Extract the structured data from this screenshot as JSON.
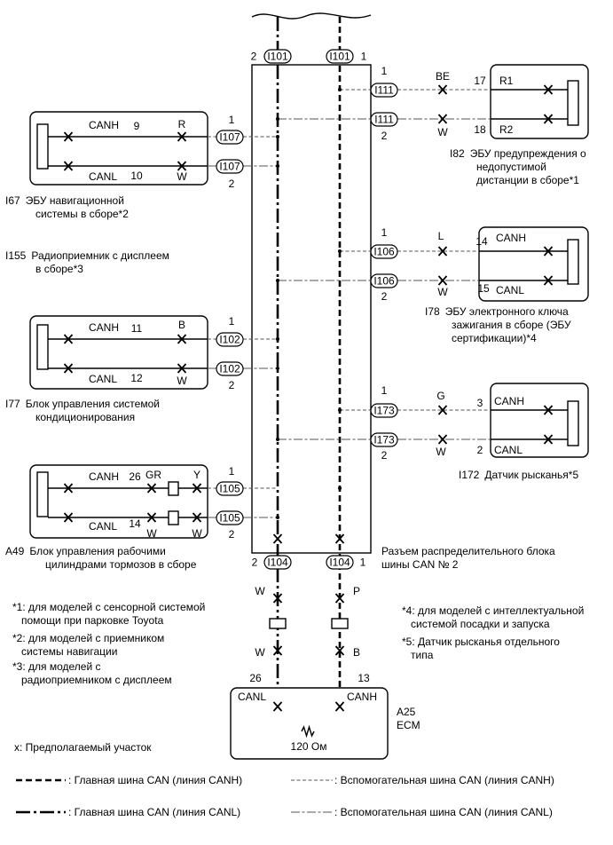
{
  "ecus": {
    "i67": {
      "code": "I67",
      "name_l1": "ЭБУ навигационной",
      "name_l2": "системы в сборе*2",
      "canh": "CANH",
      "canl": "CANL",
      "pin_h": "9",
      "pin_l": "10",
      "wire_h": "R",
      "wire_l": "W"
    },
    "i155": {
      "code": "I155",
      "name_l1": "Радиоприемник с дисплеем",
      "name_l2": "в сборе*3"
    },
    "i77": {
      "code": "I77",
      "name_l1": "Блок управления системой",
      "name_l2": "кондиционирования",
      "canh": "CANH",
      "canl": "CANL",
      "pin_h": "11",
      "pin_l": "12",
      "wire_h": "B",
      "wire_l": "W"
    },
    "a49": {
      "code": "A49",
      "name_l1": "Блок управления рабочими",
      "name_l2": "цилиндрами тормозов в сборе",
      "canh": "CANH",
      "canl": "CANL",
      "pin_h": "26",
      "pin_l": "14",
      "wire_h1": "GR",
      "wire_h2": "Y",
      "wire_l1": "W",
      "wire_l2": "W"
    },
    "i82": {
      "code": "I82",
      "name_l1": "ЭБУ предупреждения о",
      "name_l2": "недопустимой",
      "name_l3": "дистанции в сборе*1",
      "canh": "R1",
      "canl": "R2",
      "pin_h": "17",
      "pin_l": "18",
      "wire_h": "BE",
      "wire_l": "W"
    },
    "i78": {
      "code": "I78",
      "name_l1": "ЭБУ электронного ключа",
      "name_l2": "зажигания в сборе (ЭБУ",
      "name_l3": "сертификации)*4",
      "canh": "CANH",
      "canl": "CANL",
      "pin_h": "14",
      "pin_l": "15",
      "wire_h": "L",
      "wire_l": "W"
    },
    "i172": {
      "code": "I172",
      "name_l1": "Датчик рысканья*5",
      "canh": "CANH",
      "canl": "CANL",
      "pin_h": "3",
      "pin_l": "2",
      "wire_h": "G",
      "wire_l": "W"
    },
    "a25": {
      "code": "A25",
      "name_l1": "ECM",
      "canh": "CANH",
      "canl": "CANL",
      "pin_h": "13",
      "pin_l": "26",
      "wire_h1": "P",
      "wire_h2": "B",
      "wire_l1": "W",
      "wire_l2": "W",
      "resistor": "120 Ом"
    }
  },
  "connectors": {
    "i101": "I101",
    "i111": "I111",
    "i107": "I107",
    "i106": "I106",
    "i102": "I102",
    "i173": "I173",
    "i105": "I105",
    "i104": "I104",
    "pin1": "1",
    "pin2": "2"
  },
  "junction": {
    "label_l1": "Разъем распределительного блока",
    "label_l2": "шины CAN № 2"
  },
  "notes": {
    "n1_l1": "*1: для моделей с сенсорной системой",
    "n1_l2": "помощи при парковке Toyota",
    "n2_l1": "*2: для моделей с приемником",
    "n2_l2": "системы навигации",
    "n3_l1": "*3: для моделей с",
    "n3_l2": "радиоприемником с дисплеем",
    "n4_l1": "*4: для моделей с интеллектуальной",
    "n4_l2": "системой посадки и запуска",
    "n5_l1": "*5: Датчик рысканья отдельного",
    "n5_l2": "типа",
    "suspect": "x: Предполагаемый участок"
  },
  "legend": {
    "main_canh": ": Главная шина CAN (линия CANH)",
    "main_canl": ": Главная шина CAN (линия CANL)",
    "sub_canh": ": Вспомогательная шина CAN (линия CANH)",
    "sub_canl": ": Вспомогательная шина CAN (линия CANL)"
  }
}
